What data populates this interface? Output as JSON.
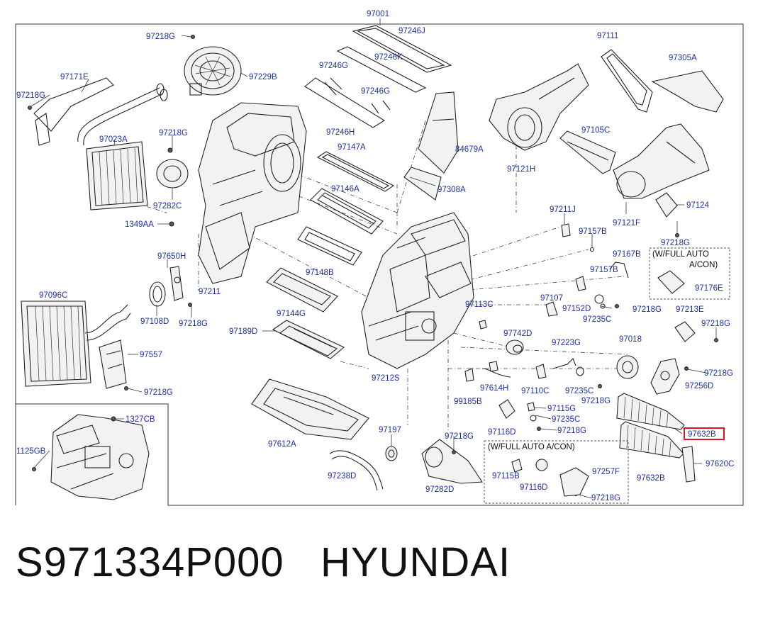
{
  "diagram": {
    "labels": {
      "l97001": "97001",
      "l97246J": "97246J",
      "l97218G_a": "97218G",
      "l97246K": "97246K",
      "l97111": "97111",
      "l97305A": "97305A",
      "l97246G_a": "97246G",
      "l97229B": "97229B",
      "l97171E": "97171E",
      "l97246G_b": "97246G",
      "l97218G_b": "97218G",
      "l97246H": "97246H",
      "l97105C": "97105C",
      "l97023A": "97023A",
      "l97218G_c": "97218G",
      "l97147A": "97147A",
      "l84679A": "84679A",
      "l97121H": "97121H",
      "l97146A": "97146A",
      "l97308A": "97308A",
      "l97282C": "97282C",
      "l97124": "97124",
      "l97211J": "97211J",
      "l97121F": "97121F",
      "l1349AA": "1349AA",
      "l97157B_a": "97157B",
      "l97218G_d": "97218G",
      "l97650H": "97650H",
      "l97167B": "97167B",
      "l97148B": "97148B",
      "l97157B_b": "97157B",
      "l97211": "97211",
      "l97176E": "97176E",
      "l97096C": "97096C",
      "l97144G": "97144G",
      "l97107": "97107",
      "l97113C": "97113C",
      "l97152D": "97152D",
      "l97218G_e": "97218G",
      "l97213E": "97213E",
      "l97108D": "97108D",
      "l97218G_f": "97218G",
      "l97235C_a": "97235C",
      "l97218G_g": "97218G",
      "l97189D": "97189D",
      "l97742D": "97742D",
      "l97018": "97018",
      "l97223G": "97223G",
      "l97557": "97557",
      "l97212S": "97212S",
      "l97218G_h": "97218G",
      "l97256D": "97256D",
      "l97614H": "97614H",
      "l97110C": "97110C",
      "l97235C_b": "97235C",
      "l97218G_i": "97218G",
      "l99185B": "99185B",
      "l97115G": "97115G",
      "l97235C_c": "97235C",
      "l1327CB": "1327CB",
      "l97116D_a": "97116D",
      "l97218G_j": "97218G",
      "l97197": "97197",
      "l97218G_k": "97218G",
      "l97632B_hl": "97632B",
      "l97612A": "97612A",
      "l1125GB": "1125GB",
      "l97620C": "97620C",
      "l97257F": "97257F",
      "l97115B": "97115B",
      "l97632B": "97632B",
      "l97238D": "97238D",
      "l97116D_b": "97116D",
      "l97282D": "97282D",
      "l97218G_l": "97218G"
    },
    "notes": {
      "full_auto_1a": "(W/FULL AUTO",
      "full_auto_1b": "A/CON)",
      "full_auto_2": "(W/FULL AUTO A/CON)"
    },
    "highlight_color": "#e0151b",
    "label_color": "#1f2fa8"
  },
  "caption": {
    "part_number": "S971334P000",
    "brand": "HYUNDAI"
  }
}
